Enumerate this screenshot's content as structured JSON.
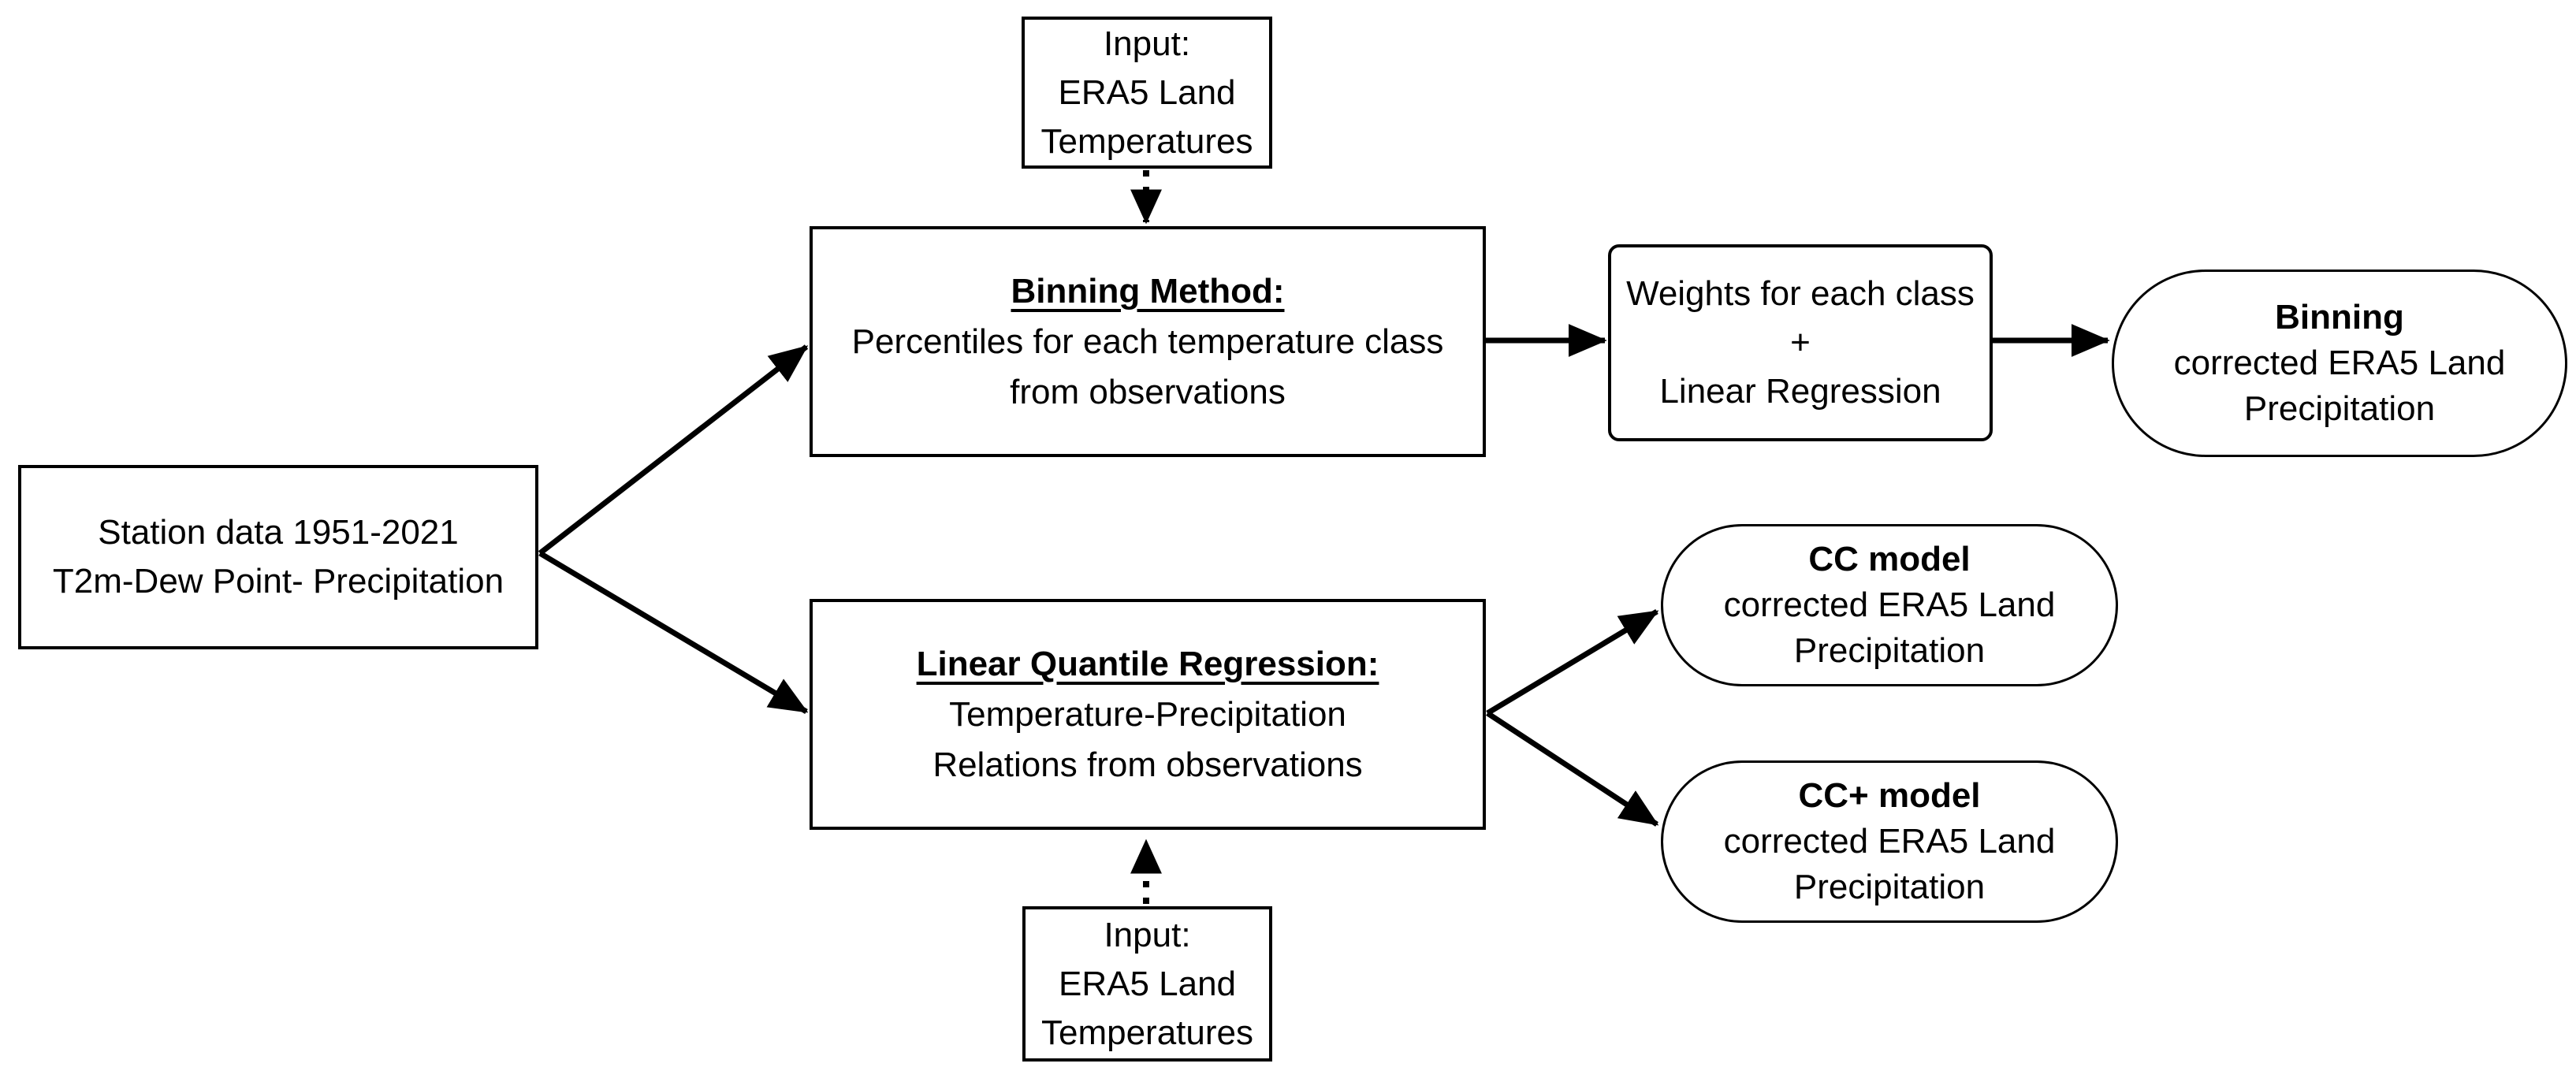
{
  "colors": {
    "ink": "#000000",
    "background": "#ffffff"
  },
  "nodes": {
    "input_top": {
      "lines": [
        "Input:",
        "ERA5 Land",
        "Temperatures"
      ]
    },
    "binning_method": {
      "title": "Binning Method:",
      "lines": [
        "Percentiles for each temperature class",
        "from observations"
      ]
    },
    "weights": {
      "lines": [
        "Weights for each class",
        "+",
        "Linear Regression"
      ]
    },
    "binning_output": {
      "title": "Binning",
      "lines": [
        "corrected ERA5 Land",
        "Precipitation"
      ]
    },
    "station": {
      "lines": [
        "Station data 1951-2021",
        "T2m-Dew Point- Precipitation"
      ]
    },
    "lqr": {
      "title": "Linear Quantile Regression:",
      "lines": [
        "Temperature-Precipitation",
        "Relations from observations"
      ]
    },
    "cc_output": {
      "title": "CC model",
      "lines": [
        "corrected ERA5 Land",
        "Precipitation"
      ]
    },
    "ccplus_output": {
      "title": "CC+ model",
      "lines": [
        "corrected ERA5 Land",
        "Precipitation"
      ]
    },
    "input_bottom": {
      "lines": [
        "Input:",
        "ERA5 Land",
        "Temperatures"
      ]
    }
  },
  "edges": [
    {
      "id": "station-binning",
      "from": "station",
      "to": "binning_method",
      "style": "solid"
    },
    {
      "id": "station-lqr",
      "from": "station",
      "to": "lqr",
      "style": "solid"
    },
    {
      "id": "binning-weights",
      "from": "binning_method",
      "to": "weights",
      "style": "solid"
    },
    {
      "id": "weights-output",
      "from": "weights",
      "to": "binning_output",
      "style": "solid"
    },
    {
      "id": "lqr-cc",
      "from": "lqr",
      "to": "cc_output",
      "style": "solid"
    },
    {
      "id": "lqr-ccplus",
      "from": "lqr",
      "to": "ccplus_output",
      "style": "solid"
    },
    {
      "id": "inputtop-binning",
      "from": "input_top",
      "to": "binning_method",
      "style": "dotted"
    },
    {
      "id": "inputbottom-lqr",
      "from": "input_bottom",
      "to": "lqr",
      "style": "dotted"
    }
  ]
}
